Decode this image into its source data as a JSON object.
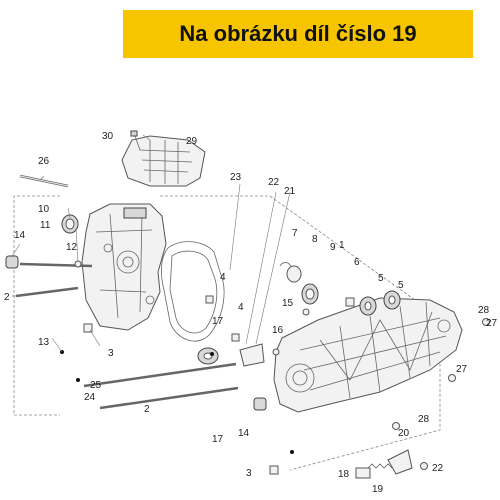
{
  "banner": {
    "text": "Na obrázku díl číslo 19",
    "background": "#f7c500"
  },
  "callouts": {
    "c1": "1",
    "c2a": "2",
    "c2b": "2",
    "c3a": "3",
    "c3b": "3",
    "c4a": "4",
    "c4b": "4",
    "c5a": "5",
    "c5b": "5",
    "c6": "6",
    "c7": "7",
    "c8": "8",
    "c9": "9",
    "c10": "10",
    "c11": "11",
    "c12": "12",
    "c13": "13",
    "c14a": "14",
    "c14b": "14",
    "c15": "15",
    "c16": "16",
    "c17a": "17",
    "c17b": "17",
    "c18": "18",
    "c19": "19",
    "c20": "20",
    "c21": "21",
    "c22a": "22",
    "c22b": "22",
    "c23": "23",
    "c24": "24",
    "c25": "25",
    "c26": "26",
    "c27a": "27",
    "c27b": "27",
    "c28a": "28",
    "c28b": "28",
    "c29": "29",
    "c30": "30"
  }
}
